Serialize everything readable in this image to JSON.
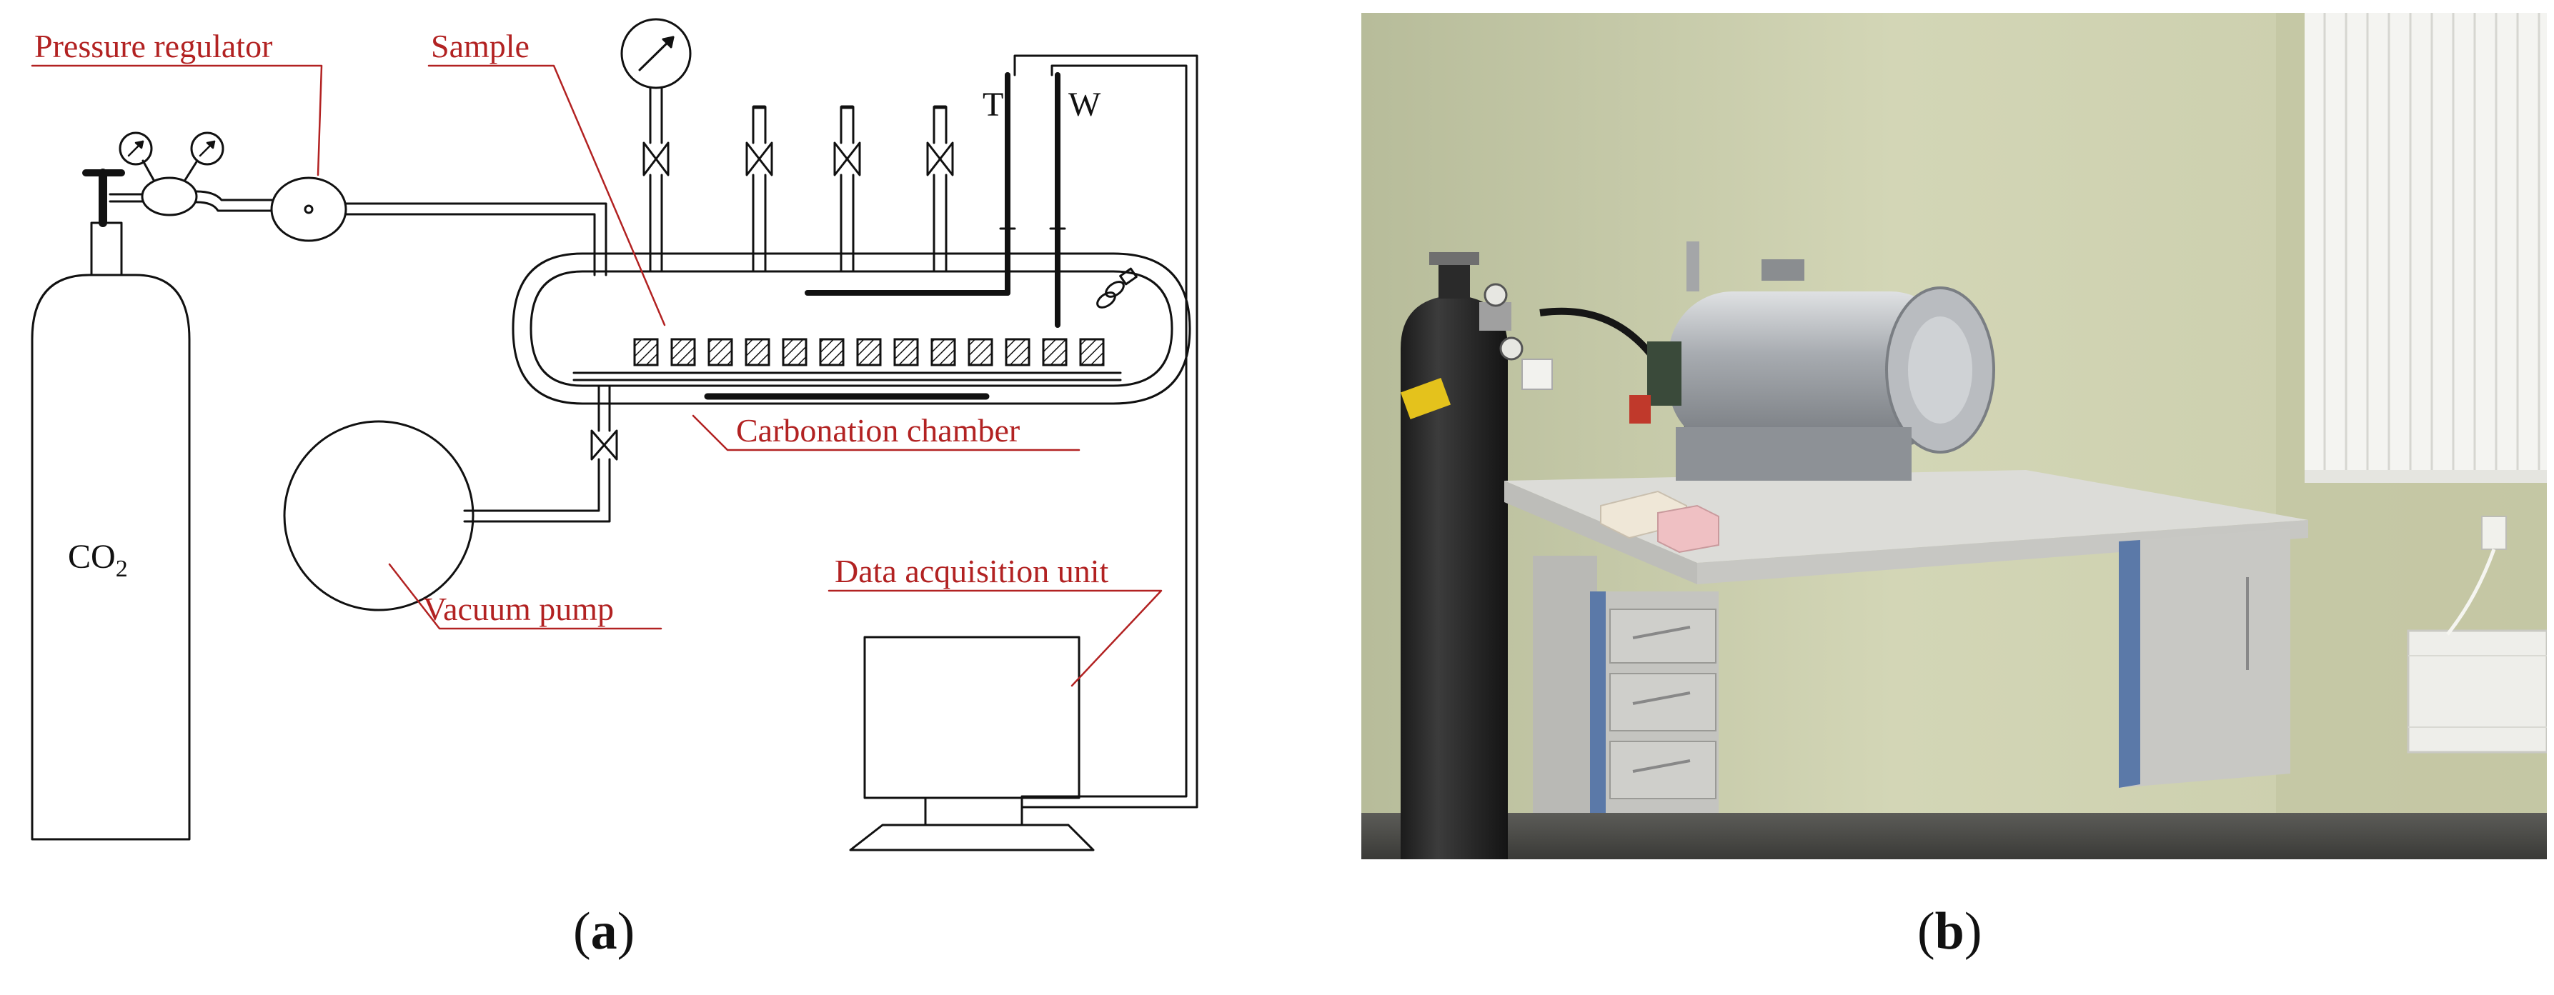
{
  "panel_a": {
    "labels": {
      "pressure_regulator": "Pressure regulator",
      "sample": "Sample",
      "carbonation_chamber": "Carbonation chamber",
      "vacuum_pump": "Vacuum pump",
      "data_acquisition_unit": "Data acquisition unit",
      "co2_main": "CO",
      "co2_sub": "2",
      "t_sensor": "T",
      "w_sensor": "W"
    },
    "caption": {
      "open": "(",
      "letter": "a",
      "close": ")"
    }
  },
  "panel_b": {
    "caption": {
      "open": "(",
      "letter": "b",
      "close": ")"
    }
  },
  "colors": {
    "label_red": "#b22222",
    "line": "#111111"
  }
}
